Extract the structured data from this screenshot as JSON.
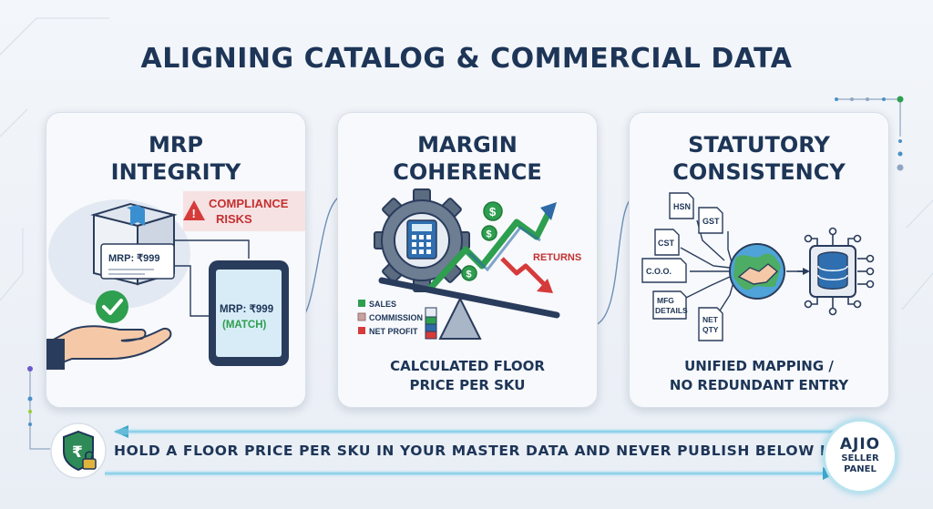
{
  "title": "ALIGNING CATALOG & COMMERCIAL DATA",
  "cards": [
    {
      "title_line1": "MRP",
      "title_line2": "INTEGRITY",
      "box_label": "MRP: ₹999",
      "warning_line1": "COMPLIANCE",
      "warning_line2": "RISKS",
      "tablet_line1": "MRP: ₹999",
      "tablet_line2": "(MATCH)"
    },
    {
      "title_line1": "MARGIN",
      "title_line2": "COHERENCE",
      "returns_label": "RETURNS",
      "legend": [
        "SALES",
        "COMMISSION",
        "NET PROFIT"
      ],
      "caption_line1": "CALCULATED FLOOR",
      "caption_line2": "PRICE PER SKU"
    },
    {
      "title_line1": "STATUTORY",
      "title_line2": "CONSISTENCY",
      "docs": [
        "HSN",
        "GST",
        "CST",
        "C.O.O.",
        "MFG DETAILS",
        "NET QTY"
      ],
      "caption_line1": "UNIFIED MAPPING /",
      "caption_line2": "NO REDUNDANT ENTRY"
    }
  ],
  "banner": {
    "text": "HOLD A FLOOR PRICE PER SKU IN YOUR MASTER DATA AND NEVER PUBLISH BELOW IT.",
    "badge_line1": "AJIO",
    "badge_line2": "SELLER",
    "badge_line3": "PANEL"
  },
  "colors": {
    "navy": "#1d3557",
    "green": "#2e9e4f",
    "red": "#d63b3b",
    "teal": "#3aa6c9",
    "accent_blue": "#4a90c8"
  },
  "icons": [
    "package-icon",
    "check-icon",
    "hand-icon",
    "tablet-icon",
    "warning-icon",
    "gear-icon",
    "calculator-icon",
    "dollar-icon",
    "balance-icon",
    "document-icon",
    "handshake-globe-icon",
    "database-icon",
    "rupee-shield-icon",
    "lock-icon"
  ]
}
